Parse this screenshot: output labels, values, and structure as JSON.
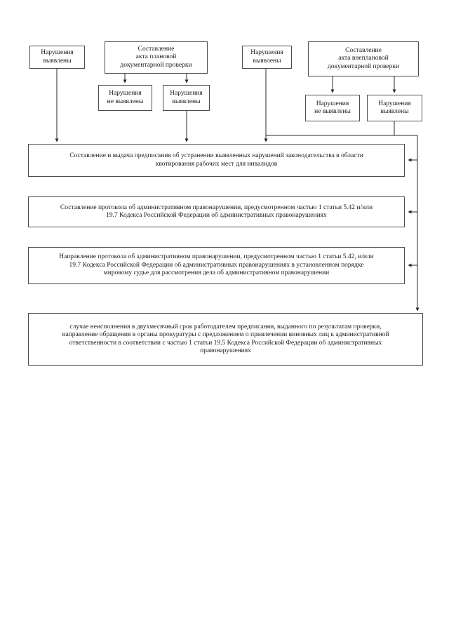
{
  "diagram": {
    "type": "flowchart",
    "colors": {
      "line": "#2a2a2a",
      "border": "#4d4d4d",
      "text": "#1c1c1c",
      "background": "#ffffff"
    },
    "nodes": {
      "violations_found_1": "Нарушения\nвыявлены",
      "planned_act": "Составление\nакта плановой\nдокументарной проверки",
      "no_violations_1": "Нарушения\nне выявлены",
      "violations_found_2": "Нарушения\nвыявлены",
      "violations_found_3": "Нарушения\nвыявлены",
      "unplanned_act": "Составление\nакта внеплановой\nдокументарной проверки",
      "no_violations_2": "Нарушения\nне выявлены",
      "violations_found_4": "Нарушения\nвыявлены",
      "issue_order": "Составление и выдача предписания об устранении выявленных нарушений законодательства в области\nквотирования рабочих мест для инвалидов",
      "draft_protocol": "Составление протокола об административном правонарушении, предусмотренном частью 1 статьи 5.42 и/или\n19.7 Кодекса Российской Федерации об административных правонарушениях",
      "send_protocol": "Направление протокола об административном правонарушении, предусмотренном частью 1 статьи 5.42, и/или\n19.7 Кодекса Российской Федерации об административных правонарушениях в установленном порядке\nмировому судье для рассмотрения дела об административном правонарушении",
      "prosecutor_referral": "случае неисполнения в двухмесячный срок работодателем предписания, выданного по результатам проверки,\nнаправление обращения в органы прокуратуры с предложением о привлечении виновных лиц к административной\nответственности в соответствии с частью 1 статьи 19.5 Кодекса Российской Федерации об административных\nправонарушениях"
    }
  }
}
